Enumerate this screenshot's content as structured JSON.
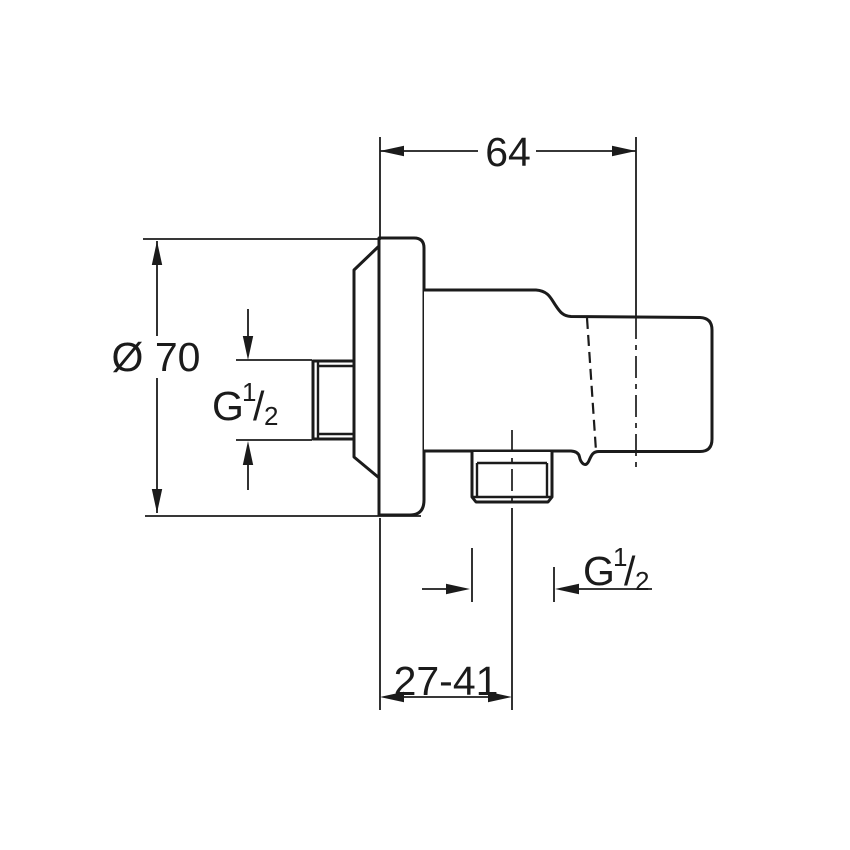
{
  "page": {
    "background": "#ffffff"
  },
  "drawing": {
    "type": "technical-drawing",
    "subject": "wall-mounted shower outlet elbow with hand-shower holder, side view with dimensions",
    "line_color": "#1b1b1b",
    "labels": {
      "width": "64",
      "diameter": "Ø 70",
      "depth_range": "27-41",
      "inlet_thread": {
        "letter": "G",
        "numerator": "1",
        "slash": "/",
        "denominator": "2"
      },
      "outlet_thread": {
        "letter": "G",
        "numerator": "1",
        "slash": "/",
        "denominator": "2"
      }
    }
  }
}
